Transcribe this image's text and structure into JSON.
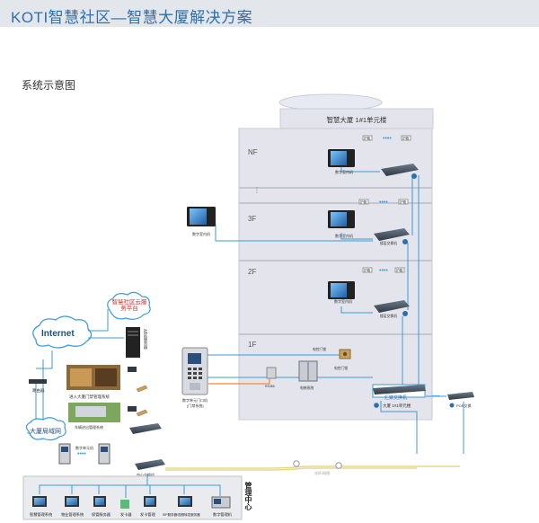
{
  "header": {
    "title": "KOTI智慧社区—智慧大厦解决方案",
    "subtitle": "系统示意图"
  },
  "building": {
    "name": "智慧大厦 1#1单元楼",
    "floors": [
      "NF",
      "3F",
      "2F",
      "1F"
    ],
    "indoor_monitor": "数字室内机",
    "floor_switch": "楼层交换机",
    "protector": "护箱",
    "ellipsis": "••••",
    "side_indoor_monitor": "数字室内机",
    "door_station": "数字单元门口机",
    "door_station_sub": "(门禁系统)",
    "electric_lock": "电控门锁",
    "lock_label": "电控门锁",
    "access_label": "RS485",
    "elevator": "电梯系统",
    "main_switch": "汇聚交换机",
    "main_switch_sub": "大厦 1#1单元楼",
    "poe_switch": "POE交换"
  },
  "network": {
    "internet": "Internet",
    "cloud": "智慧社区云服务平台",
    "server": "社区服务器",
    "router": "路由器",
    "lan": "大厦局域网",
    "gate_system": "进入大厦门禁管理系统",
    "parking_system": "车辆进出管理系统",
    "lobby_device": "数字单元机",
    "core_switch": "中心交换机",
    "fiber_label": "光纤/网线"
  },
  "management": {
    "title": "管理中心",
    "stations": [
      "智慧管理系统",
      "物业管理系统",
      "保管服务器",
      "发卡器",
      "发卡管理",
      "SIP服务器/视频转发服务器",
      "数字管理机"
    ]
  },
  "colors": {
    "accent": "#2e6fad",
    "building_wall": "#e4e5ec",
    "cable_blue": "#3b9bd6",
    "cable_orange": "#f08a3a",
    "fiber_yellow": "#e0d27a"
  }
}
